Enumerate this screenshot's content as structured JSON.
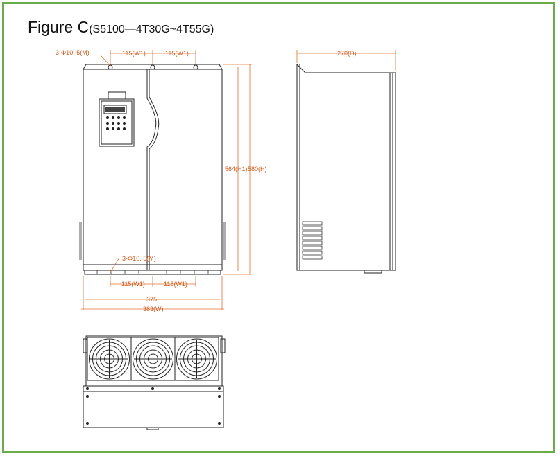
{
  "figure": {
    "title_main": "Figure C",
    "title_sub": "(S5100—4T30G~4T55G)"
  },
  "dimensions": {
    "top_hole": "3-Φ10. 5(M)",
    "top_w1_left": "115(W1)",
    "top_w1_right": "115(W1)",
    "depth": "270(D)",
    "h1": "564(H1)",
    "h": "580(H)",
    "bottom_hole": "3-Φ10. 5(M)",
    "bottom_w1_left": "115(W1)",
    "bottom_w1_right": "115(W1)",
    "width_375": "375",
    "width_w": "383(W)"
  },
  "colors": {
    "border": "#6aac4a",
    "dimension": "#d05a1a"
  }
}
